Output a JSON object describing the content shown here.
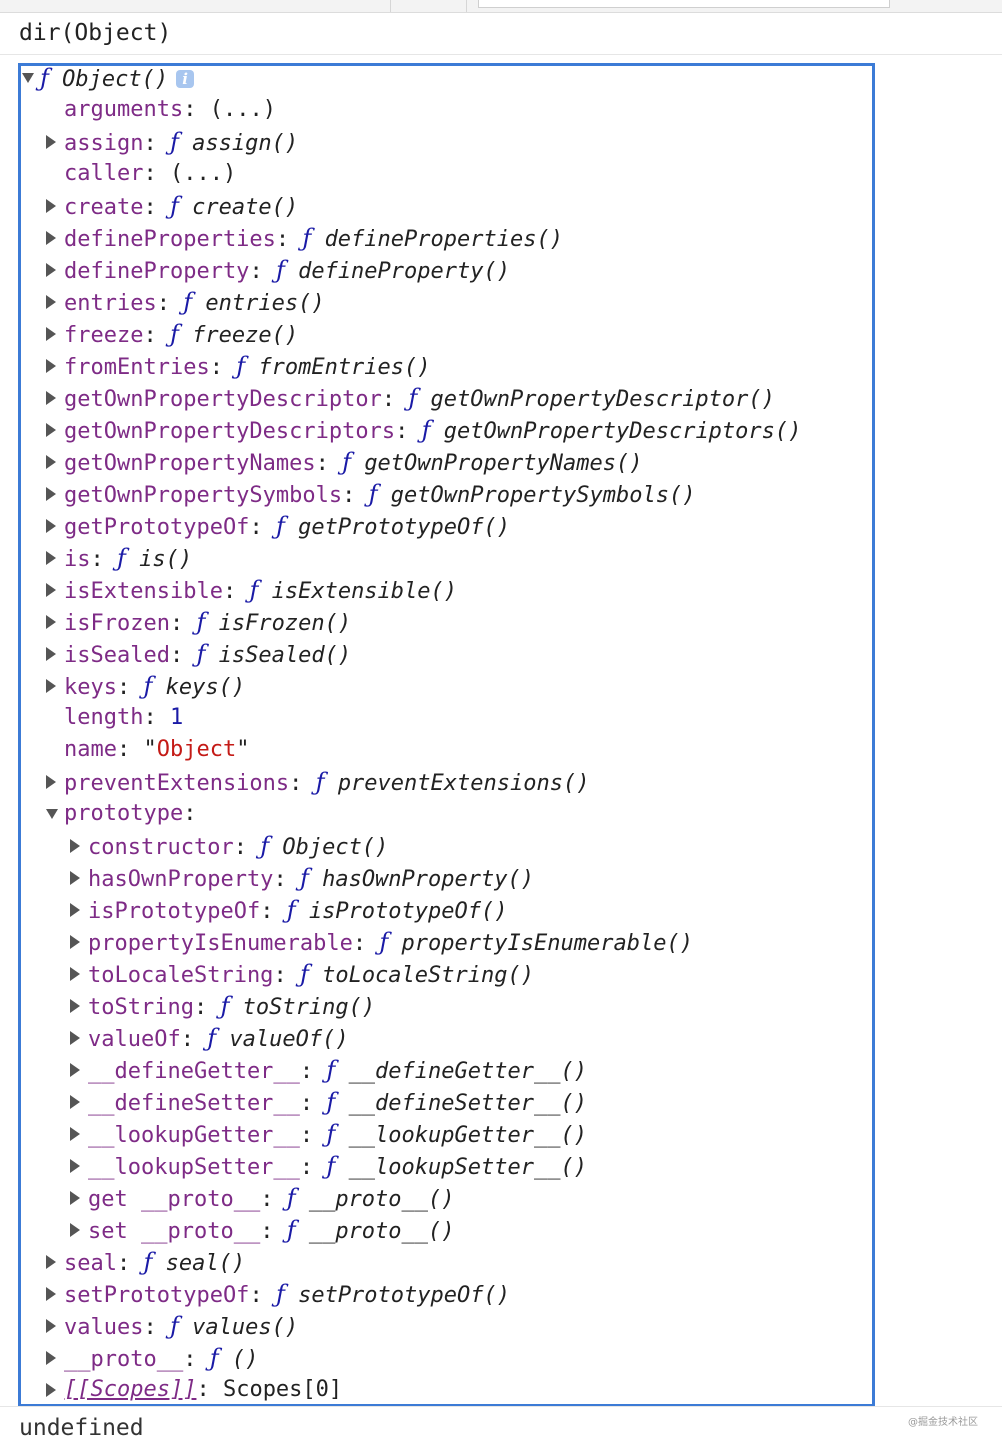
{
  "command": "dir(Object)",
  "result": "undefined",
  "watermark": "@掘金技术社区",
  "root": {
    "fsym": "ƒ",
    "name": "Object()",
    "info": "i"
  },
  "rows": [
    {
      "depth": 1,
      "toggle": "none",
      "key": "arguments",
      "value_type": "plain",
      "value": "(...)"
    },
    {
      "depth": 1,
      "toggle": "closed",
      "key": "assign",
      "value_type": "func",
      "value": "assign()"
    },
    {
      "depth": 1,
      "toggle": "none",
      "key": "caller",
      "value_type": "plain",
      "value": "(...)"
    },
    {
      "depth": 1,
      "toggle": "closed",
      "key": "create",
      "value_type": "func",
      "value": "create()"
    },
    {
      "depth": 1,
      "toggle": "closed",
      "key": "defineProperties",
      "value_type": "func",
      "value": "defineProperties()"
    },
    {
      "depth": 1,
      "toggle": "closed",
      "key": "defineProperty",
      "value_type": "func",
      "value": "defineProperty()"
    },
    {
      "depth": 1,
      "toggle": "closed",
      "key": "entries",
      "value_type": "func",
      "value": "entries()"
    },
    {
      "depth": 1,
      "toggle": "closed",
      "key": "freeze",
      "value_type": "func",
      "value": "freeze()"
    },
    {
      "depth": 1,
      "toggle": "closed",
      "key": "fromEntries",
      "value_type": "func",
      "value": "fromEntries()"
    },
    {
      "depth": 1,
      "toggle": "closed",
      "key": "getOwnPropertyDescriptor",
      "value_type": "func",
      "value": "getOwnPropertyDescriptor()"
    },
    {
      "depth": 1,
      "toggle": "closed",
      "key": "getOwnPropertyDescriptors",
      "value_type": "func",
      "value": "getOwnPropertyDescriptors()"
    },
    {
      "depth": 1,
      "toggle": "closed",
      "key": "getOwnPropertyNames",
      "value_type": "func",
      "value": "getOwnPropertyNames()"
    },
    {
      "depth": 1,
      "toggle": "closed",
      "key": "getOwnPropertySymbols",
      "value_type": "func",
      "value": "getOwnPropertySymbols()"
    },
    {
      "depth": 1,
      "toggle": "closed",
      "key": "getPrototypeOf",
      "value_type": "func",
      "value": "getPrototypeOf()"
    },
    {
      "depth": 1,
      "toggle": "closed",
      "key": "is",
      "value_type": "func",
      "value": "is()"
    },
    {
      "depth": 1,
      "toggle": "closed",
      "key": "isExtensible",
      "value_type": "func",
      "value": "isExtensible()"
    },
    {
      "depth": 1,
      "toggle": "closed",
      "key": "isFrozen",
      "value_type": "func",
      "value": "isFrozen()"
    },
    {
      "depth": 1,
      "toggle": "closed",
      "key": "isSealed",
      "value_type": "func",
      "value": "isSealed()"
    },
    {
      "depth": 1,
      "toggle": "closed",
      "key": "keys",
      "value_type": "func",
      "value": "keys()"
    },
    {
      "depth": 1,
      "toggle": "none",
      "key": "length",
      "value_type": "number",
      "value": "1"
    },
    {
      "depth": 1,
      "toggle": "none",
      "key": "name",
      "value_type": "string",
      "value": "Object",
      "quote": "\""
    },
    {
      "depth": 1,
      "toggle": "closed",
      "key": "preventExtensions",
      "value_type": "func",
      "value": "preventExtensions()"
    },
    {
      "depth": 1,
      "toggle": "open",
      "key": "prototype",
      "value_type": "none",
      "value": ""
    },
    {
      "depth": 2,
      "toggle": "closed",
      "key": "constructor",
      "value_type": "func",
      "value": "Object()"
    },
    {
      "depth": 2,
      "toggle": "closed",
      "key": "hasOwnProperty",
      "value_type": "func",
      "value": "hasOwnProperty()"
    },
    {
      "depth": 2,
      "toggle": "closed",
      "key": "isPrototypeOf",
      "value_type": "func",
      "value": "isPrototypeOf()"
    },
    {
      "depth": 2,
      "toggle": "closed",
      "key": "propertyIsEnumerable",
      "value_type": "func",
      "value": "propertyIsEnumerable()"
    },
    {
      "depth": 2,
      "toggle": "closed",
      "key": "toLocaleString",
      "value_type": "func",
      "value": "toLocaleString()"
    },
    {
      "depth": 2,
      "toggle": "closed",
      "key": "toString",
      "value_type": "func",
      "value": "toString()"
    },
    {
      "depth": 2,
      "toggle": "closed",
      "key": "valueOf",
      "value_type": "func",
      "value": "valueOf()"
    },
    {
      "depth": 2,
      "toggle": "closed",
      "key": "__defineGetter__",
      "value_type": "func",
      "value": "__defineGetter__()"
    },
    {
      "depth": 2,
      "toggle": "closed",
      "key": "__defineSetter__",
      "value_type": "func",
      "value": "__defineSetter__()"
    },
    {
      "depth": 2,
      "toggle": "closed",
      "key": "__lookupGetter__",
      "value_type": "func",
      "value": "__lookupGetter__()"
    },
    {
      "depth": 2,
      "toggle": "closed",
      "key": "__lookupSetter__",
      "value_type": "func",
      "value": "__lookupSetter__()"
    },
    {
      "depth": 2,
      "toggle": "closed",
      "key": "get __proto__",
      "value_type": "func",
      "value": "__proto__()"
    },
    {
      "depth": 2,
      "toggle": "closed",
      "key": "set __proto__",
      "value_type": "func",
      "value": "__proto__()"
    },
    {
      "depth": 1,
      "toggle": "closed",
      "key": "seal",
      "value_type": "func",
      "value": "seal()"
    },
    {
      "depth": 1,
      "toggle": "closed",
      "key": "setPrototypeOf",
      "value_type": "func",
      "value": "setPrototypeOf()"
    },
    {
      "depth": 1,
      "toggle": "closed",
      "key": "values",
      "value_type": "func",
      "value": "values()"
    },
    {
      "depth": 1,
      "toggle": "closed",
      "key": "__proto__",
      "value_type": "func",
      "value": "()"
    },
    {
      "depth": 1,
      "toggle": "closed",
      "key": "[[Scopes]]",
      "value_type": "scopes",
      "value": "Scopes[0]"
    }
  ]
}
